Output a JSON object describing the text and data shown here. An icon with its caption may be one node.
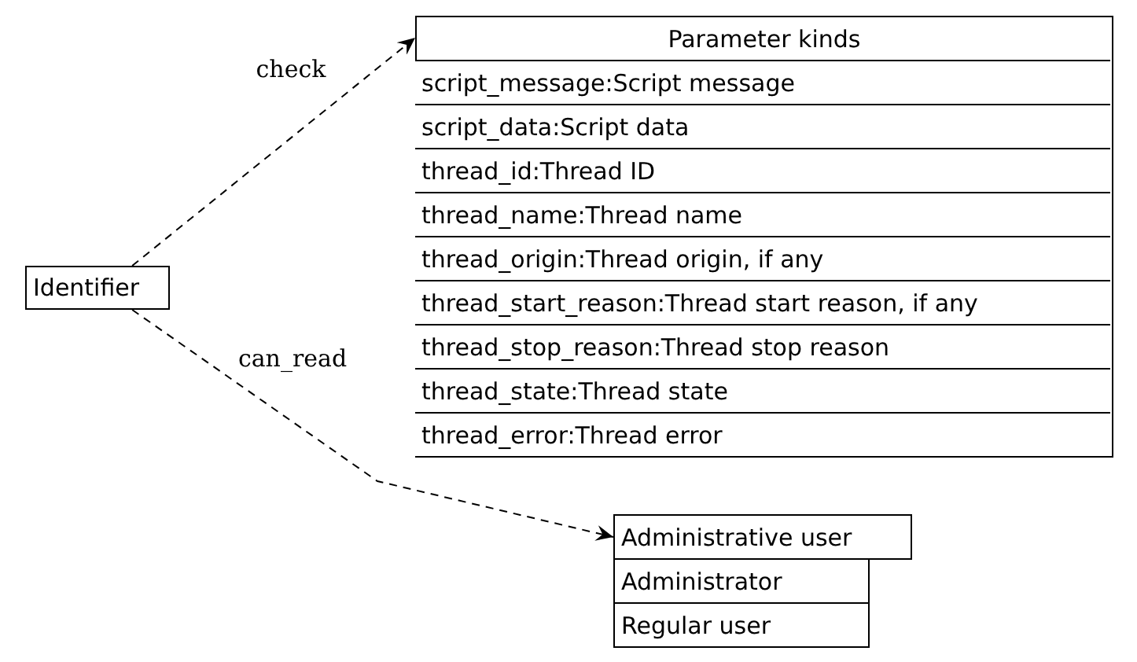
{
  "diagram": {
    "nodes": [
      {
        "text": [
          "Identifier"
        ]
      },
      {
        "text": [
          "Parameter kinds"
        ]
      },
      {
        "text": [
          "script_message:Script message"
        ],
        "in": 1
      },
      {
        "text": [
          "script_data:Script data"
        ],
        "in": 1
      },
      {
        "text": [
          "thread_id:Thread ID"
        ],
        "in": 1
      },
      {
        "text": [
          "thread_name:Thread name"
        ],
        "in": 1
      },
      {
        "text": [
          "thread_origin:Thread origin, if any"
        ],
        "in": 1
      },
      {
        "text": [
          "thread_start_reason:Thread start reason, if any"
        ],
        "in": 1
      },
      {
        "text": [
          "thread_stop_reason:Thread stop reason"
        ],
        "in": 1
      },
      {
        "text": [
          "thread_state:Thread state"
        ],
        "in": 1
      },
      {
        "text": [
          "thread_error:Thread error"
        ],
        "in": 1
      },
      {
        "text": [
          "Administrative user"
        ]
      },
      {
        "text": [
          "Administrator"
        ]
      },
      {
        "text": [
          "Regular user"
        ]
      }
    ],
    "edges": [
      {
        "from": 0,
        "to": 1,
        "arrow": "to",
        "label": "check",
        "style": "dashed"
      },
      {
        "from": 0,
        "to": 11,
        "arrow": "to",
        "label": "can_read",
        "style": "dashed"
      }
    ]
  }
}
